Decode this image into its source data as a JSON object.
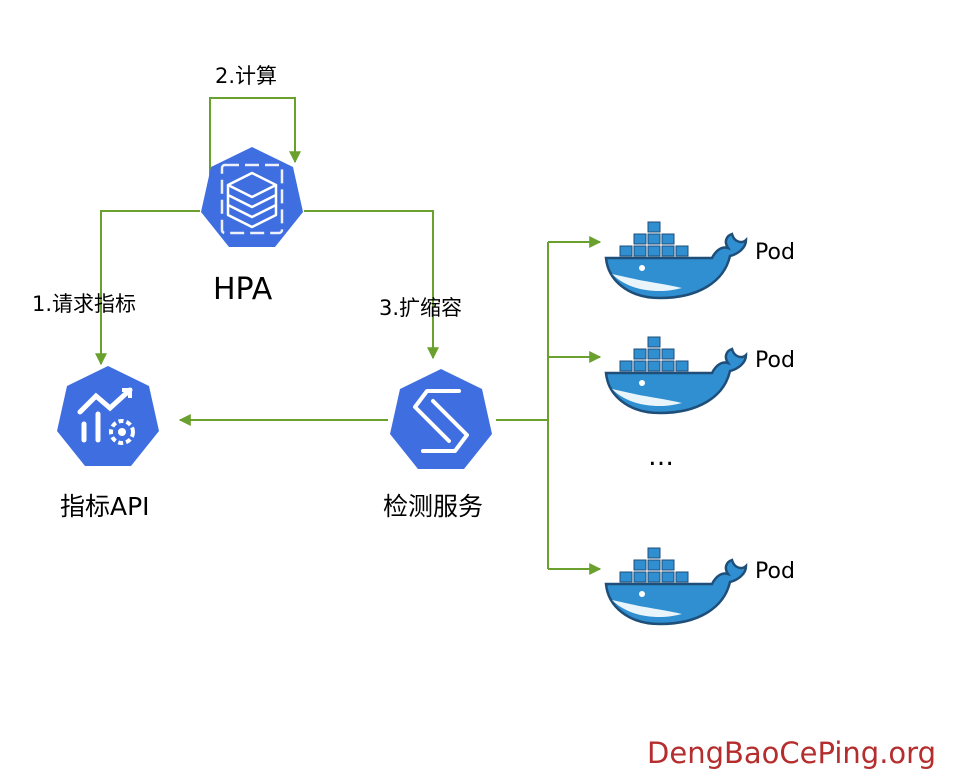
{
  "nodes": {
    "hpa": {
      "label": "HPA"
    },
    "metrics_api": {
      "label": "指标API"
    },
    "monitor_service": {
      "label": "检测服务"
    }
  },
  "steps": {
    "request_metrics": "1.请求指标",
    "compute": "2.计算",
    "scale": "3.扩缩容"
  },
  "pods": [
    "Pod",
    "Pod",
    "Pod"
  ],
  "ellipsis": "…",
  "watermark": "DengBaoCePing.org",
  "colors": {
    "arrow": "#6aa12e",
    "k8s_blue": "#3f6ee0",
    "docker_blue": "#2f8fd1",
    "docker_dark": "#1f4e79"
  }
}
